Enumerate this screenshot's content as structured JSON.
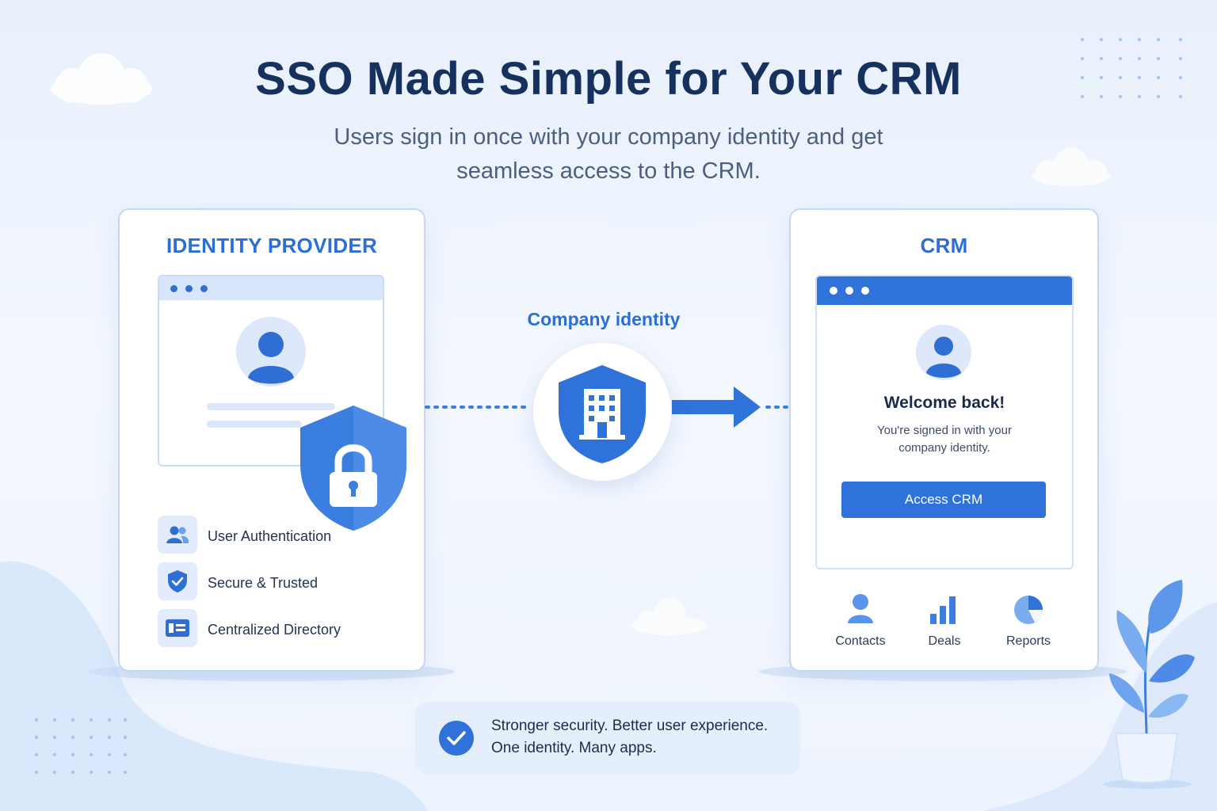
{
  "header": {
    "title": "SSO Made Simple for Your CRM",
    "subtitle_line1": "Users sign in once with your company identity and get",
    "subtitle_line2": "seamless access to the CRM."
  },
  "identity_provider": {
    "title": "IDENTITY PROVIDER",
    "features": [
      {
        "label": "User Authentication",
        "icon": "users-icon"
      },
      {
        "label": "Secure & Trusted",
        "icon": "shield-check-icon"
      },
      {
        "label": "Centralized Directory",
        "icon": "id-card-icon"
      }
    ],
    "lock_icon": "shield-lock-icon"
  },
  "connector": {
    "label": "Company identity",
    "icon": "shield-building-icon"
  },
  "crm": {
    "title": "CRM",
    "welcome_title": "Welcome back!",
    "welcome_line1": "You're signed in with your",
    "welcome_line2": "company identity.",
    "cta_label": "Access CRM",
    "apps": [
      {
        "label": "Contacts",
        "icon": "person-icon"
      },
      {
        "label": "Deals",
        "icon": "bar-chart-icon"
      },
      {
        "label": "Reports",
        "icon": "pie-chart-icon"
      }
    ]
  },
  "tagline": {
    "line1": "Stronger security. Better user experience.",
    "line2": "One identity. Many apps.",
    "icon": "check-circle-icon"
  },
  "colors": {
    "primary": "#2f72d9",
    "title": "#16315e",
    "accent_light": "#e2ecfc",
    "background": "#eef4fd"
  }
}
